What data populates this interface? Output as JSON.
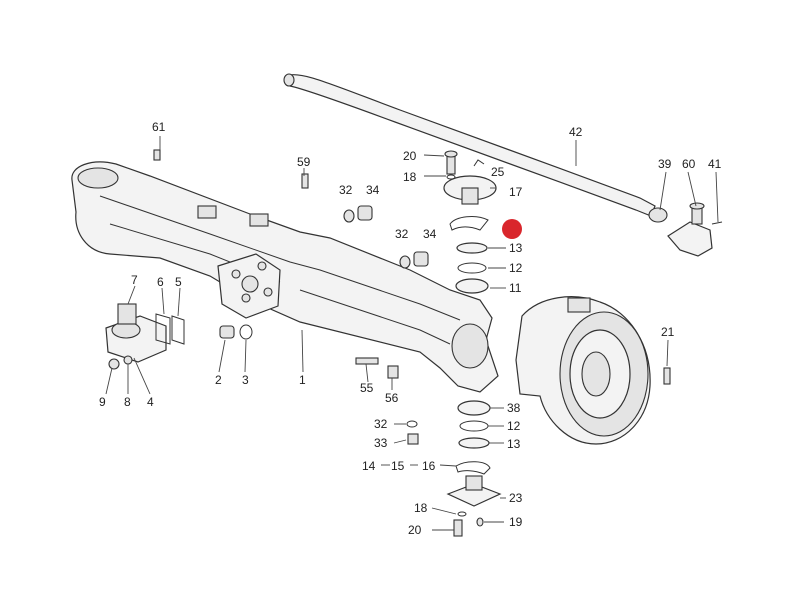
{
  "labels": {
    "p61": "61",
    "p59": "59",
    "p32a": "32",
    "p34a": "34",
    "p20a": "20",
    "p25": "25",
    "p18a": "18",
    "p17": "17",
    "p42": "42",
    "p39": "39",
    "p60": "60",
    "p41": "41",
    "p32b": "32",
    "p34b": "34",
    "p13a": "13",
    "p12a": "12",
    "p11": "11",
    "p7": "7",
    "p6": "6",
    "p5": "5",
    "p9": "9",
    "p8": "8",
    "p4": "4",
    "p2": "2",
    "p3": "3",
    "p1": "1",
    "p55": "55",
    "p56": "56",
    "p21": "21",
    "p38": "38",
    "p12b": "12",
    "p32c": "32",
    "p13b": "13",
    "p33": "33",
    "p14": "14",
    "p15": "15",
    "p16": "16",
    "p23": "23",
    "p18b": "18",
    "p19": "19",
    "p20b": "20"
  },
  "colors": {
    "marker": "#d9262c",
    "line": "#333333",
    "fill": "#f3f3f3"
  },
  "icons": {
    "marker": "red-dot-marker"
  }
}
